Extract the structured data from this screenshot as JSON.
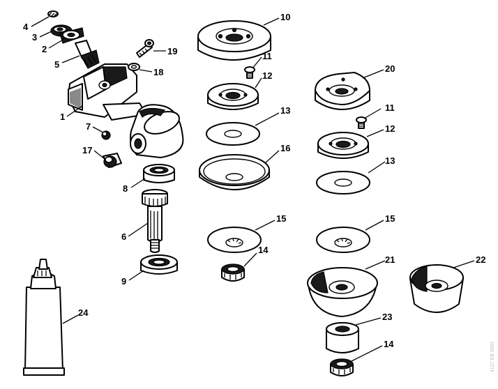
{
  "labels": {
    "l1": "1",
    "l2": "2",
    "l3": "3",
    "l4": "4",
    "l5": "5",
    "l6": "6",
    "l7": "7",
    "l8": "8",
    "l9": "9",
    "l10": "10",
    "l11a": "11",
    "l11b": "11",
    "l12a": "12",
    "l12b": "12",
    "l13a": "13",
    "l13b": "13",
    "l14a": "14",
    "l14b": "14",
    "l15a": "15",
    "l15b": "15",
    "l16": "16",
    "l17": "17",
    "l18": "18",
    "l19": "19",
    "l20": "20",
    "l21": "21",
    "l22": "22",
    "l23": "23",
    "l24": "24"
  },
  "watermark": "4127 EB 0001"
}
